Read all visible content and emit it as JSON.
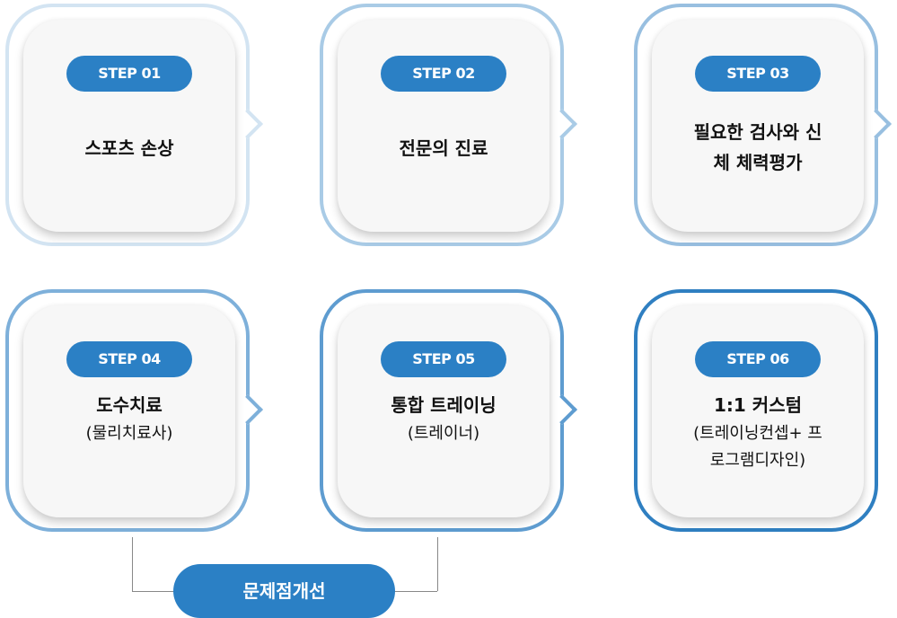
{
  "steps": [
    {
      "badge": "STEP 01",
      "title": "스포츠 손상",
      "sub": "",
      "border": "#d3e4f2"
    },
    {
      "badge": "STEP 02",
      "title": "전문의 진료",
      "sub": "",
      "border": "#a9cbe6"
    },
    {
      "badge": "STEP 03",
      "title": "필요한 검사와 신체 체력평가",
      "sub": "",
      "border": "#98bfe0"
    },
    {
      "badge": "STEP 04",
      "title": "도수치료",
      "sub": "(물리치료사)",
      "border": "#7eb0da"
    },
    {
      "badge": "STEP 05",
      "title": "통합 트레이닝",
      "sub": "(트레이너)",
      "border": "#5e9cd0"
    },
    {
      "badge": "STEP 06",
      "title": "1:1 커스텀",
      "sub": "(트레이닝컨셉+ 프로그램디자인)",
      "border": "#2f7fc1"
    }
  ],
  "feedback": {
    "label": "문제점개선"
  }
}
